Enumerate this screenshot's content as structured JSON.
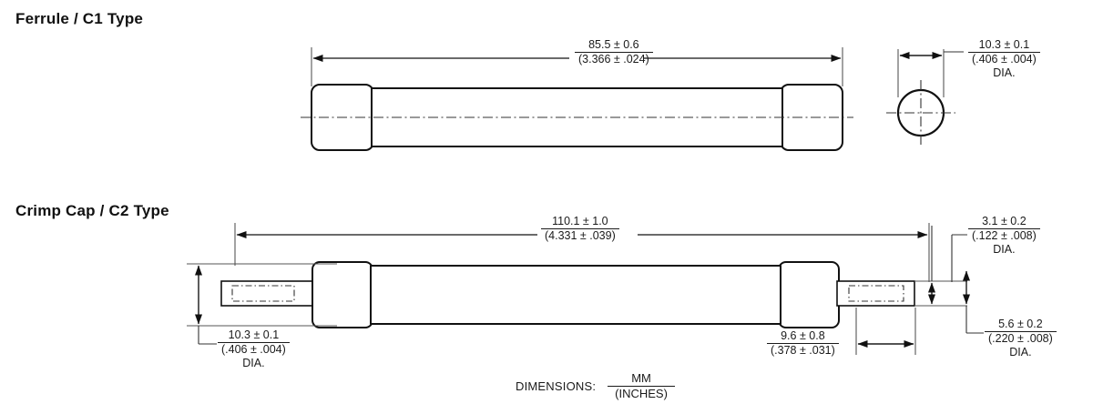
{
  "page": {
    "background": "#ffffff",
    "ink": "#111111"
  },
  "sections": [
    {
      "id": "c1",
      "title": "Ferrule / C1 Type"
    },
    {
      "id": "c2",
      "title": "Crimp Cap / C2 Type"
    }
  ],
  "dimensions": {
    "c1_length": {
      "mm": "85.5 ± 0.6",
      "inch": "(3.366 ± .024)",
      "suffix": ""
    },
    "c1_diameter": {
      "mm": "10.3 ± 0.1",
      "inch": "(.406 ± .004)",
      "suffix": "DIA."
    },
    "c2_length": {
      "mm": "110.1 ± 1.0",
      "inch": "(4.331 ± .039)",
      "suffix": ""
    },
    "c2_lead_diameter": {
      "mm": "3.1 ± 0.2",
      "inch": "(.122 ± .008)",
      "suffix": "DIA."
    },
    "c2_body_diameter": {
      "mm": "10.3 ± 0.1",
      "inch": "(.406 ± .004)",
      "suffix": "DIA."
    },
    "c2_lead_length": {
      "mm": "9.6 ± 0.8",
      "inch": "(.378 ± .031)",
      "suffix": ""
    },
    "c2_cap_diameter": {
      "mm": "5.6 ± 0.2",
      "inch": "(.220 ± .008)",
      "suffix": "DIA."
    }
  },
  "legend": {
    "label": "DIMENSIONS:",
    "numerator": "MM",
    "denominator": "(INCHES)"
  }
}
